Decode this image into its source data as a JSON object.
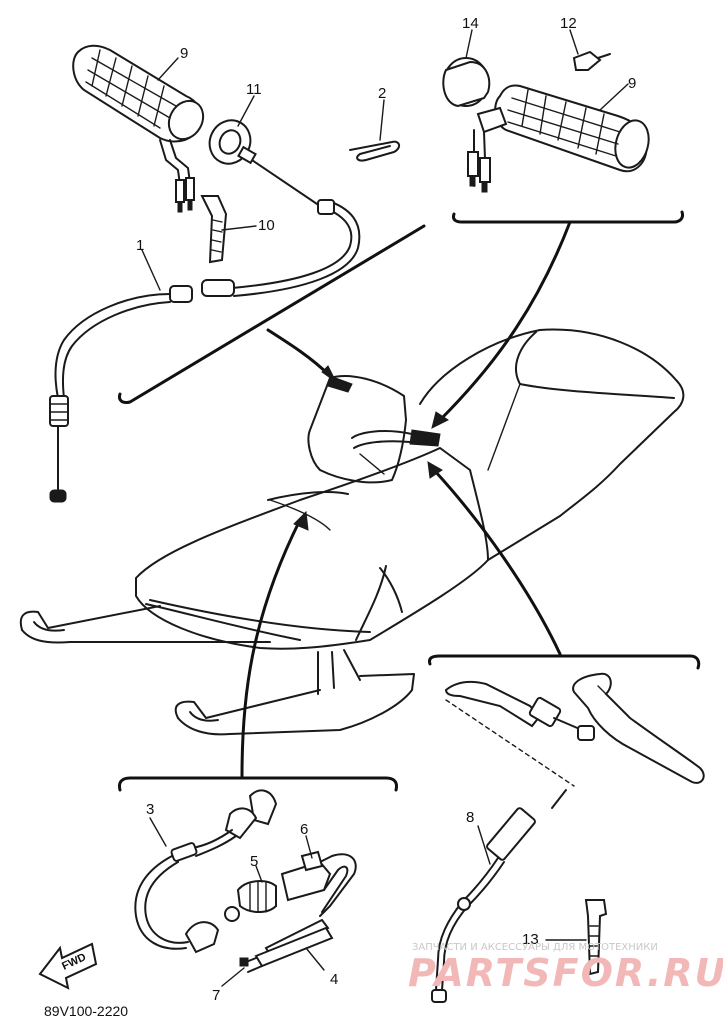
{
  "callouts": {
    "c1": "1",
    "c2": "2",
    "c3": "3",
    "c4": "4",
    "c5": "5",
    "c6": "6",
    "c7": "7",
    "c8": "8",
    "c9a": "9",
    "c9b": "9",
    "c10": "10",
    "c11": "11",
    "c12": "12",
    "c13": "13",
    "c14": "14"
  },
  "direction_arrow": "FWD",
  "drawing_code": "89V100-2220",
  "watermark": {
    "small": "ЗАПЧАСТИ И АКСЕССУАРЫ ДЛЯ МОТОТЕХНИКИ",
    "big": "PARTSFOR.RU"
  }
}
